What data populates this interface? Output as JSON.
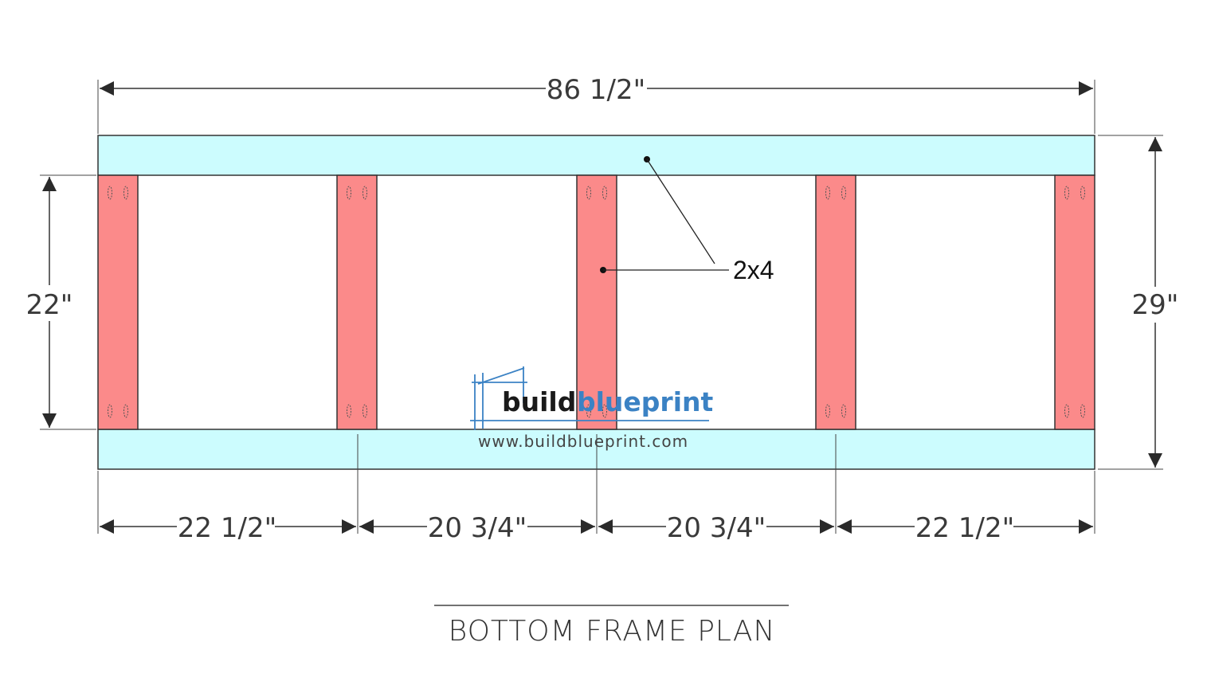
{
  "plan_title": "BOTTOM FRAME PLAN",
  "callout": {
    "label": "2x4"
  },
  "dimensions": {
    "overall_width": "86 1/2\"",
    "overall_depth": "29\"",
    "inner_depth": "22\"",
    "spacing": [
      "22 1/2\"",
      "20 3/4\"",
      "20 3/4\"",
      "22 1/2\""
    ]
  },
  "logo": {
    "word_build": "build",
    "word_blueprint": "blueprint",
    "url": "www.buildblueprint.com"
  },
  "colors": {
    "rail": "#ccfcfe",
    "joist": "#fb8a8a",
    "outline": "#333333",
    "logo_blue": "#3b82c4"
  }
}
